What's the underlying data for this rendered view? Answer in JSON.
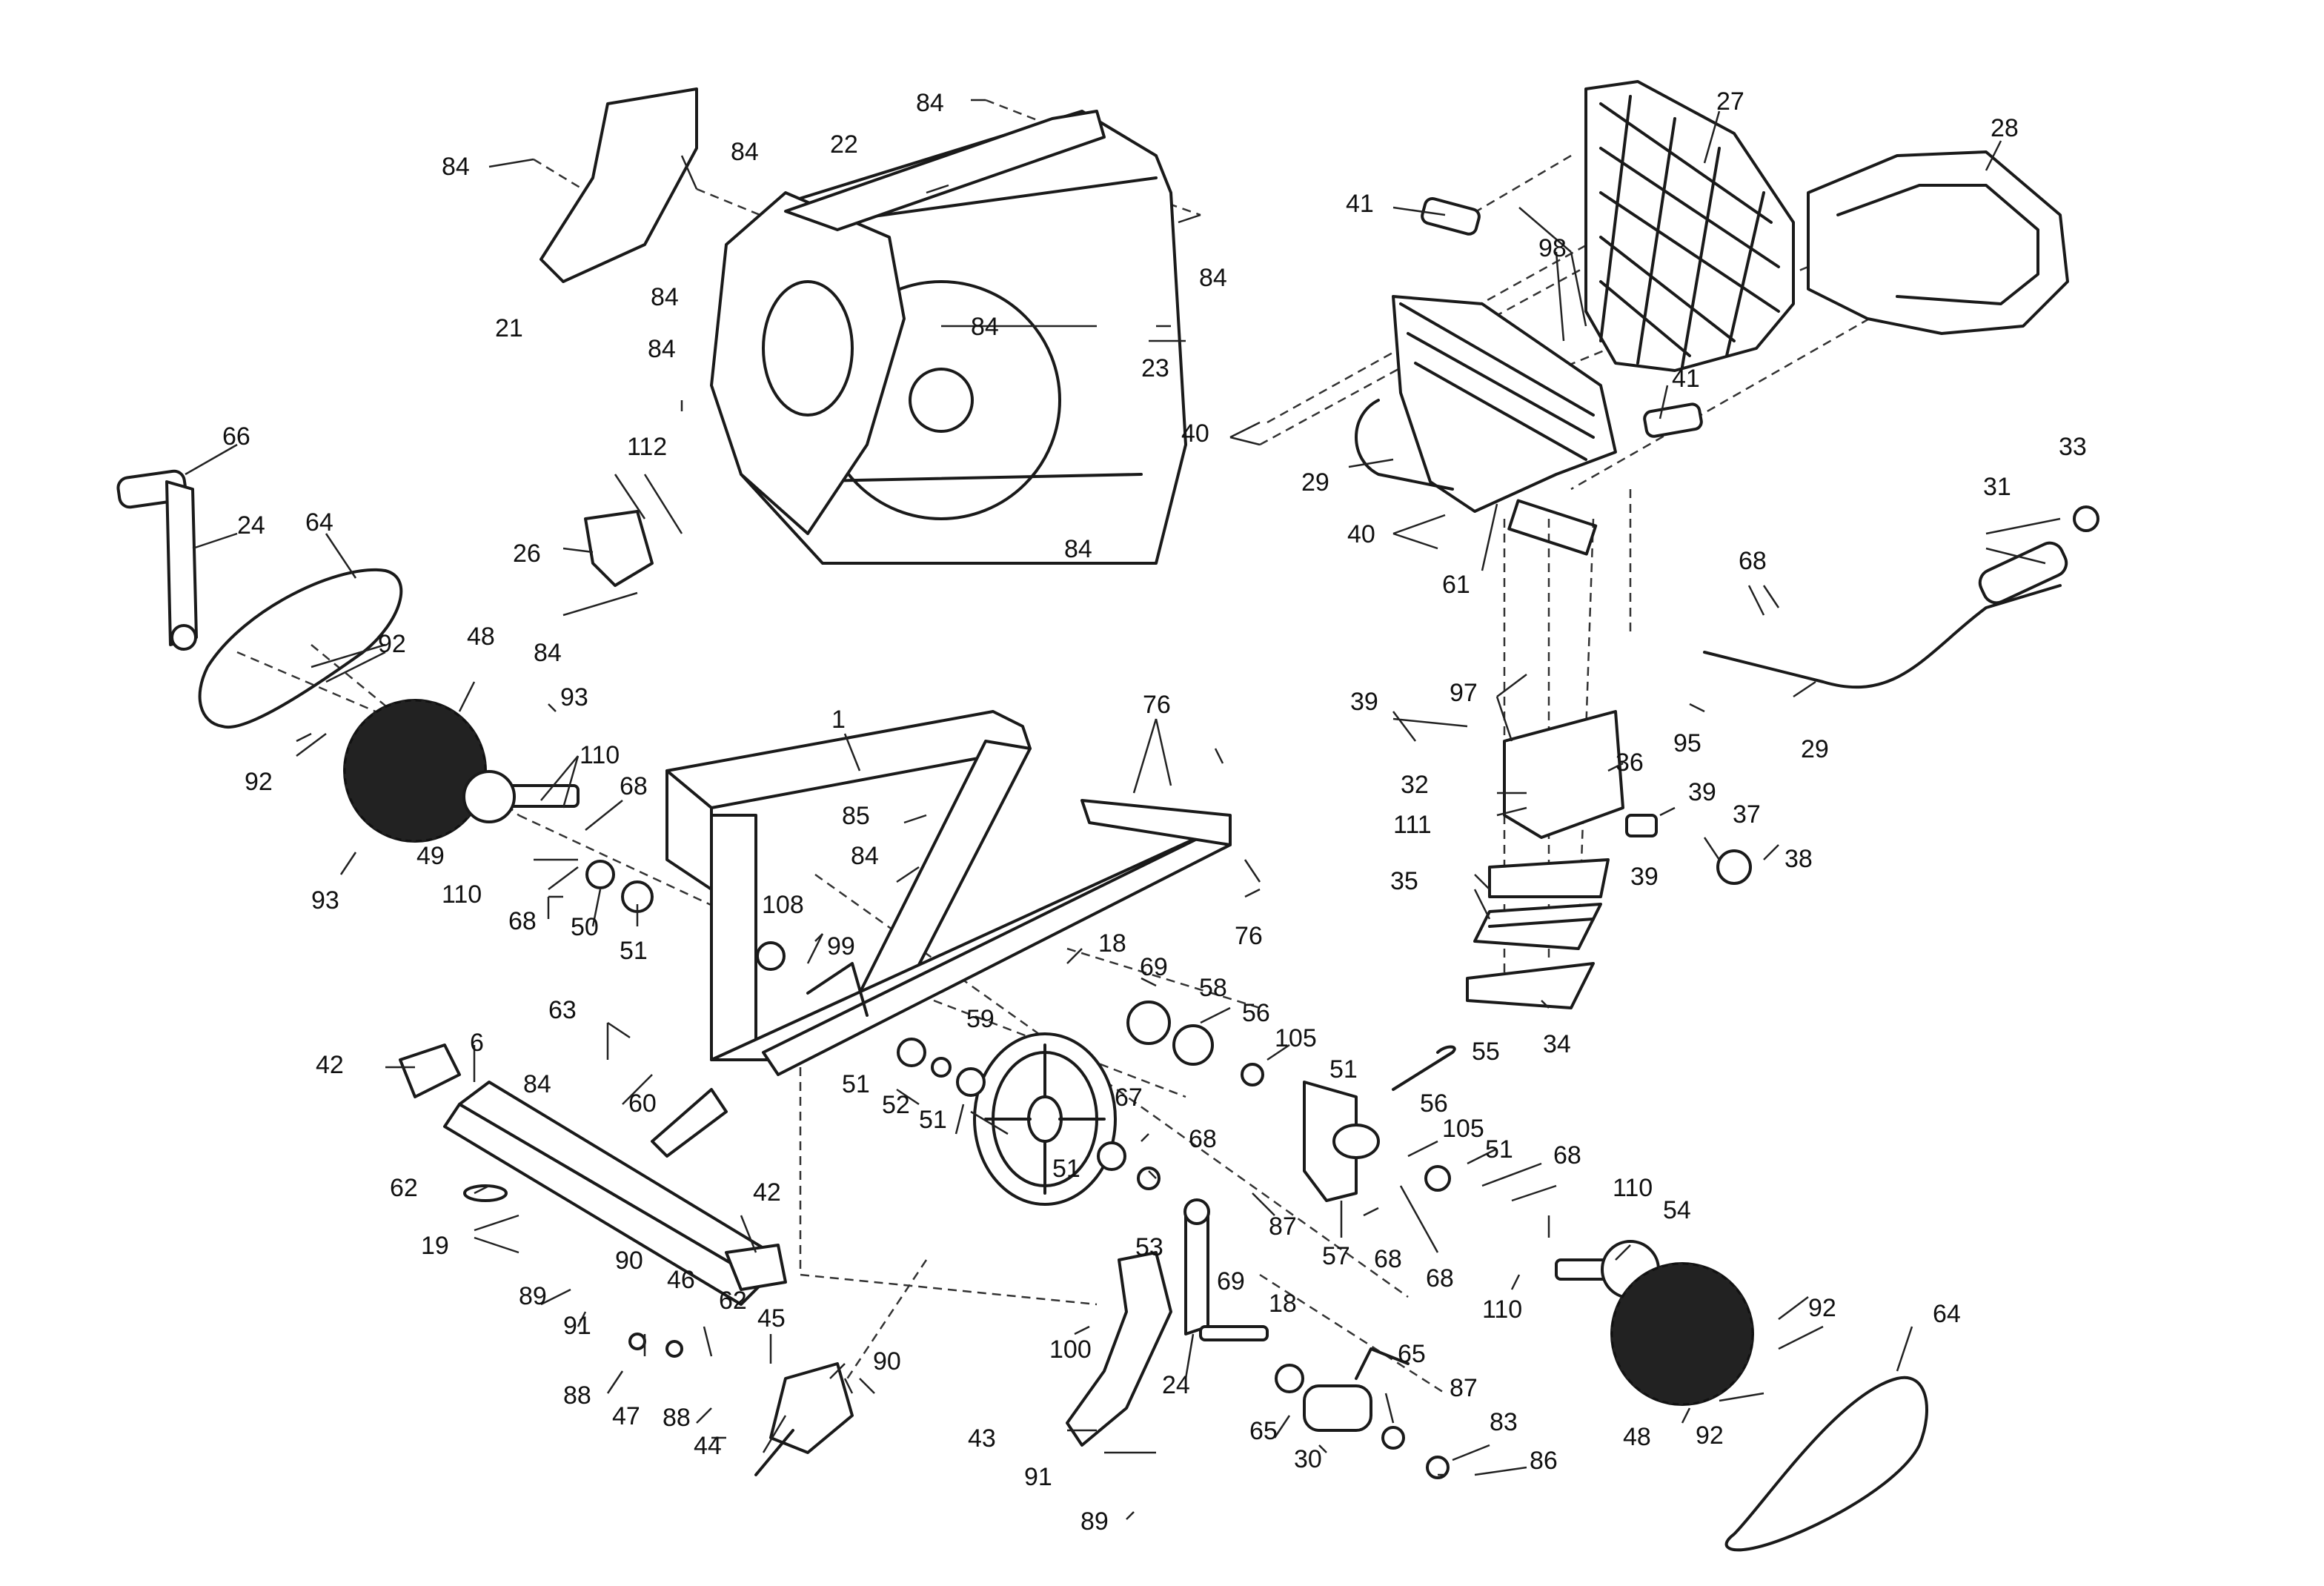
{
  "labels": {
    "l84a": "84",
    "l84b": "84",
    "l84c": "84",
    "l84d": "84",
    "l84e": "84",
    "l84f": "84",
    "l84g": "84",
    "l84h": "84",
    "l84i": "84",
    "l84j": "84",
    "l84k": "84",
    "l22": "22",
    "l21": "21",
    "l23": "23",
    "l112": "112",
    "l26": "26",
    "l27": "27",
    "l28": "28",
    "l41a": "41",
    "l41b": "41",
    "l98": "98",
    "l40a": "40",
    "l40b": "40",
    "l29a": "29",
    "l29b": "29",
    "l61": "61",
    "l33": "33",
    "l31": "31",
    "l68a": "68",
    "l68b": "68",
    "l68c": "68",
    "l68d": "68",
    "l68e": "68",
    "l68f": "68",
    "l68g": "68",
    "l97": "97",
    "l95": "95",
    "l39a": "39",
    "l39b": "39",
    "l39c": "39",
    "l32": "32",
    "l111": "111",
    "l36": "36",
    "l37": "37",
    "l38": "38",
    "l35": "35",
    "l34": "34",
    "l66": "66",
    "l24a": "24",
    "l24b": "24",
    "l64a": "64",
    "l64b": "64",
    "l92a": "92",
    "l92b": "92",
    "l92c": "92",
    "l92d": "92",
    "l48a": "48",
    "l48b": "48",
    "l93a": "93",
    "l93b": "93",
    "l110a": "110",
    "l110b": "110",
    "l110c": "110",
    "l110d": "110",
    "l49": "49",
    "l50": "50",
    "l51a": "51",
    "l51b": "51",
    "l51c": "51",
    "l51d": "51",
    "l51e": "51",
    "l51f": "51",
    "l1": "1",
    "l76a": "76",
    "l76b": "76",
    "l85": "85",
    "l108": "108",
    "l99": "99",
    "l18a": "18",
    "l18b": "18",
    "l69a": "69",
    "l69b": "69",
    "l58": "58",
    "l56a": "56",
    "l56b": "56",
    "l105a": "105",
    "l105b": "105",
    "l55": "55",
    "l59": "59",
    "l52": "52",
    "l63": "63",
    "l60": "60",
    "l42a": "42",
    "l42b": "42",
    "l6": "6",
    "l62a": "62",
    "l62b": "62",
    "l19": "19",
    "l67": "67",
    "l53": "53",
    "l87a": "87",
    "l87b": "87",
    "l57": "57",
    "l54": "54",
    "l89a": "89",
    "l89b": "89",
    "l91a": "91",
    "l91b": "91",
    "l90a": "90",
    "l90b": "90",
    "l46": "46",
    "l45": "45",
    "l88a": "88",
    "l88b": "88",
    "l47": "47",
    "l44": "44",
    "l100": "100",
    "l43": "43",
    "l65a": "65",
    "l65b": "65",
    "l30": "30",
    "l83": "83",
    "l86": "86"
  }
}
